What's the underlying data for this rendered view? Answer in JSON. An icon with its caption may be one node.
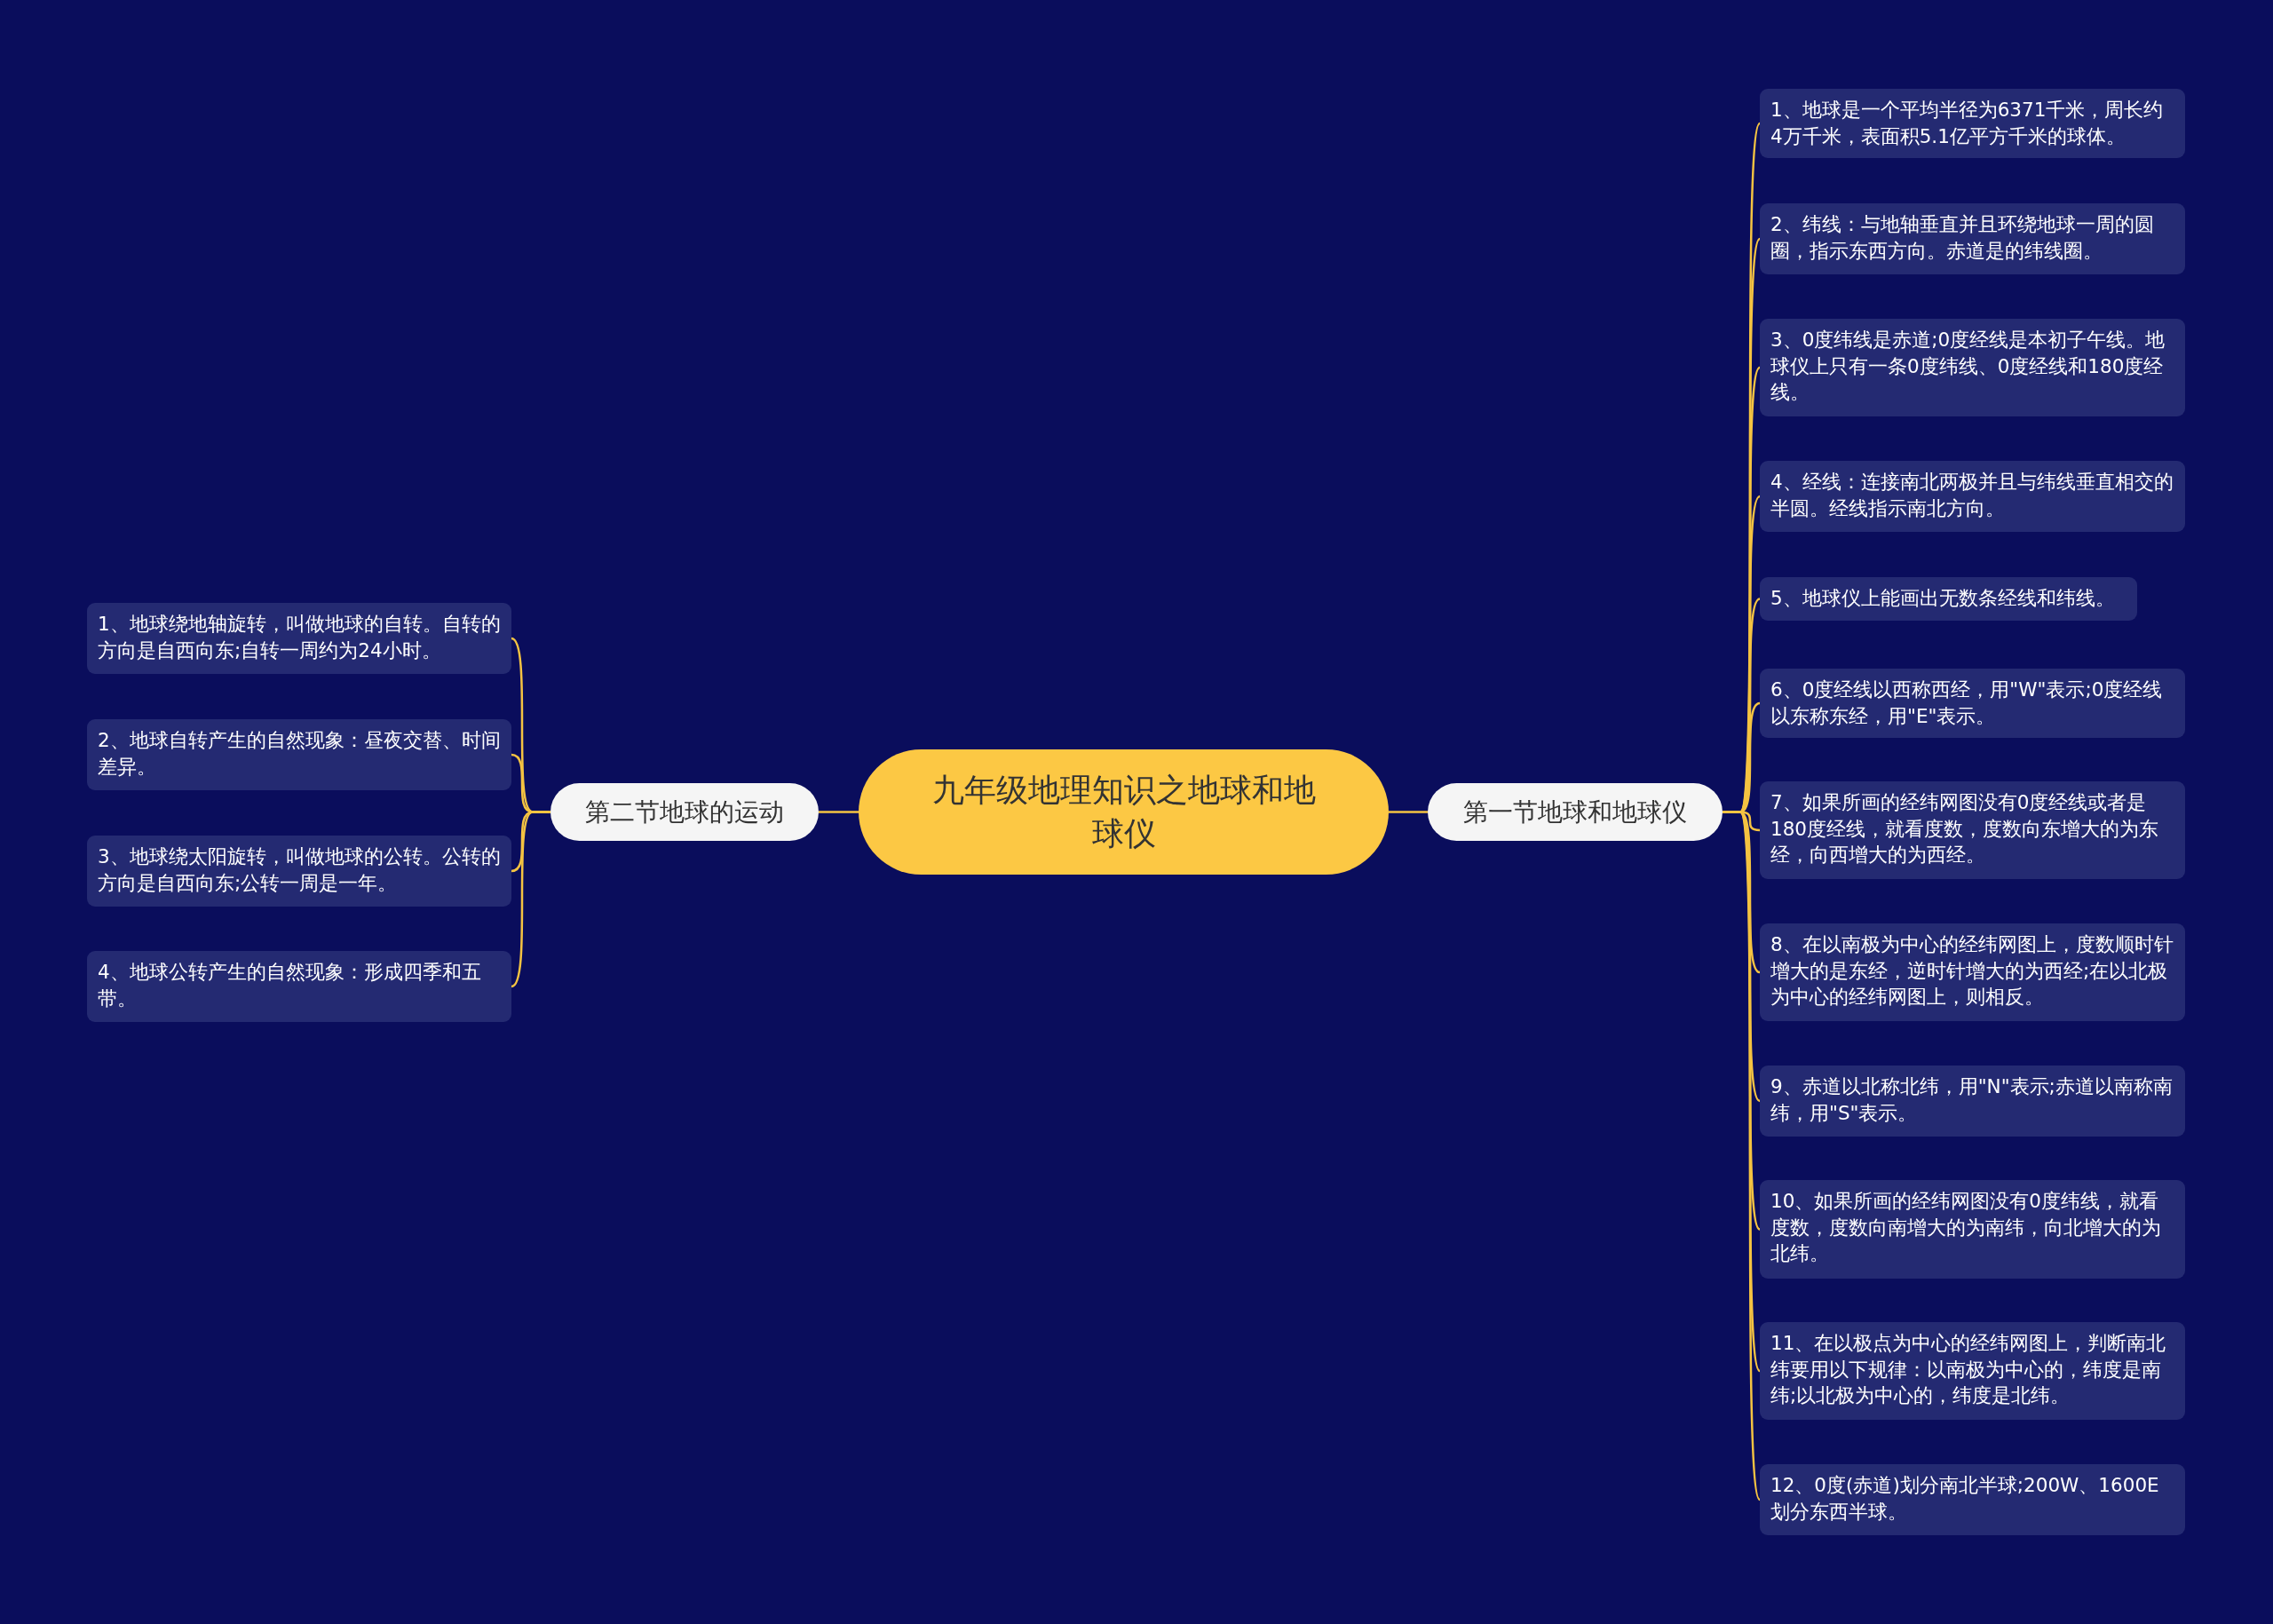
{
  "diagram": {
    "nodes": [
      {
        "text": [
          "九年级地理知识之地球和地球仪"
        ]
      },
      {
        "text": [
          "第一节地球和地球仪"
        ]
      },
      {
        "text": [
          "1、地球是一个平均半径为6371千米，周长约4万千米，表面积5.1亿平方千米的球体。"
        ]
      },
      {
        "text": [
          "2、纬线：与地轴垂直并且环绕地球一周的圆圈，指示东西方向。赤道是的纬线圈。"
        ]
      },
      {
        "text": [
          "3、0度纬线是赤道;0度经线是本初子午线。地球仪上只有一条0度纬线、0度经线和180度经线。"
        ]
      },
      {
        "text": [
          "4、经线：连接南北两极并且与纬线垂直相交的半圆。经线指示南北方向。"
        ]
      },
      {
        "text": [
          "5、地球仪上能画出无数条经线和纬线。"
        ]
      },
      {
        "text": [
          "6、0度经线以西称西经，用\"W\"表示;0度经线以东称东经，用\"E\"表示。"
        ]
      },
      {
        "text": [
          "7、如果所画的经纬网图没有0度经线或者是180度经线，就看度数，度数向东增大的为东经，向西增大的为西经。"
        ]
      },
      {
        "text": [
          "8、在以南极为中心的经纬网图上，度数顺时针增大的是东经，逆时针增大的为西经;在以北极为中心的经纬网图上，则相反。"
        ]
      },
      {
        "text": [
          "9、赤道以北称北纬，用\"N\"表示;赤道以南称南纬，用\"S\"表示。"
        ]
      },
      {
        "text": [
          "10、如果所画的经纬网图没有0度纬线，就看度数，度数向南增大的为南纬，向北增大的为北纬。"
        ]
      },
      {
        "text": [
          "11、在以极点为中心的经纬网图上，判断南北纬要用以下规律：以南极为中心的，纬度是南纬;以北极为中心的，纬度是北纬。"
        ]
      },
      {
        "text": [
          "12、0度(赤道)划分南北半球;200W、1600E划分东西半球。"
        ]
      },
      {
        "text": [
          "第二节地球的运动"
        ]
      },
      {
        "text": [
          "1、地球绕地轴旋转，叫做地球的自转。自转的方向是自西向东;自转一周约为24小时。"
        ]
      },
      {
        "text": [
          "2、地球自转产生的自然现象：昼夜交替、时间差异。"
        ]
      },
      {
        "text": [
          "3、地球绕太阳旋转，叫做地球的公转。公转的方向是自西向东;公转一周是一年。"
        ]
      },
      {
        "text": [
          "4、地球公转产生的自然现象：形成四季和五带。"
        ]
      }
    ],
    "edges": [
      {
        "from": 0,
        "to": 1,
        "arrow": "none"
      },
      {
        "from": 1,
        "to": 2,
        "arrow": "none"
      },
      {
        "from": 1,
        "to": 3,
        "arrow": "none"
      },
      {
        "from": 1,
        "to": 4,
        "arrow": "none"
      },
      {
        "from": 1,
        "to": 5,
        "arrow": "none"
      },
      {
        "from": 1,
        "to": 6,
        "arrow": "none"
      },
      {
        "from": 1,
        "to": 7,
        "arrow": "none"
      },
      {
        "from": 1,
        "to": 8,
        "arrow": "none"
      },
      {
        "from": 1,
        "to": 9,
        "arrow": "none"
      },
      {
        "from": 1,
        "to": 10,
        "arrow": "none"
      },
      {
        "from": 1,
        "to": 11,
        "arrow": "none"
      },
      {
        "from": 1,
        "to": 12,
        "arrow": "none"
      },
      {
        "from": 1,
        "to": 13,
        "arrow": "none"
      },
      {
        "from": 0,
        "to": 14,
        "arrow": "none"
      },
      {
        "from": 14,
        "to": 15,
        "arrow": "none"
      },
      {
        "from": 14,
        "to": 16,
        "arrow": "none"
      },
      {
        "from": 14,
        "to": 17,
        "arrow": "none"
      },
      {
        "from": 14,
        "to": 18,
        "arrow": "none"
      }
    ]
  }
}
